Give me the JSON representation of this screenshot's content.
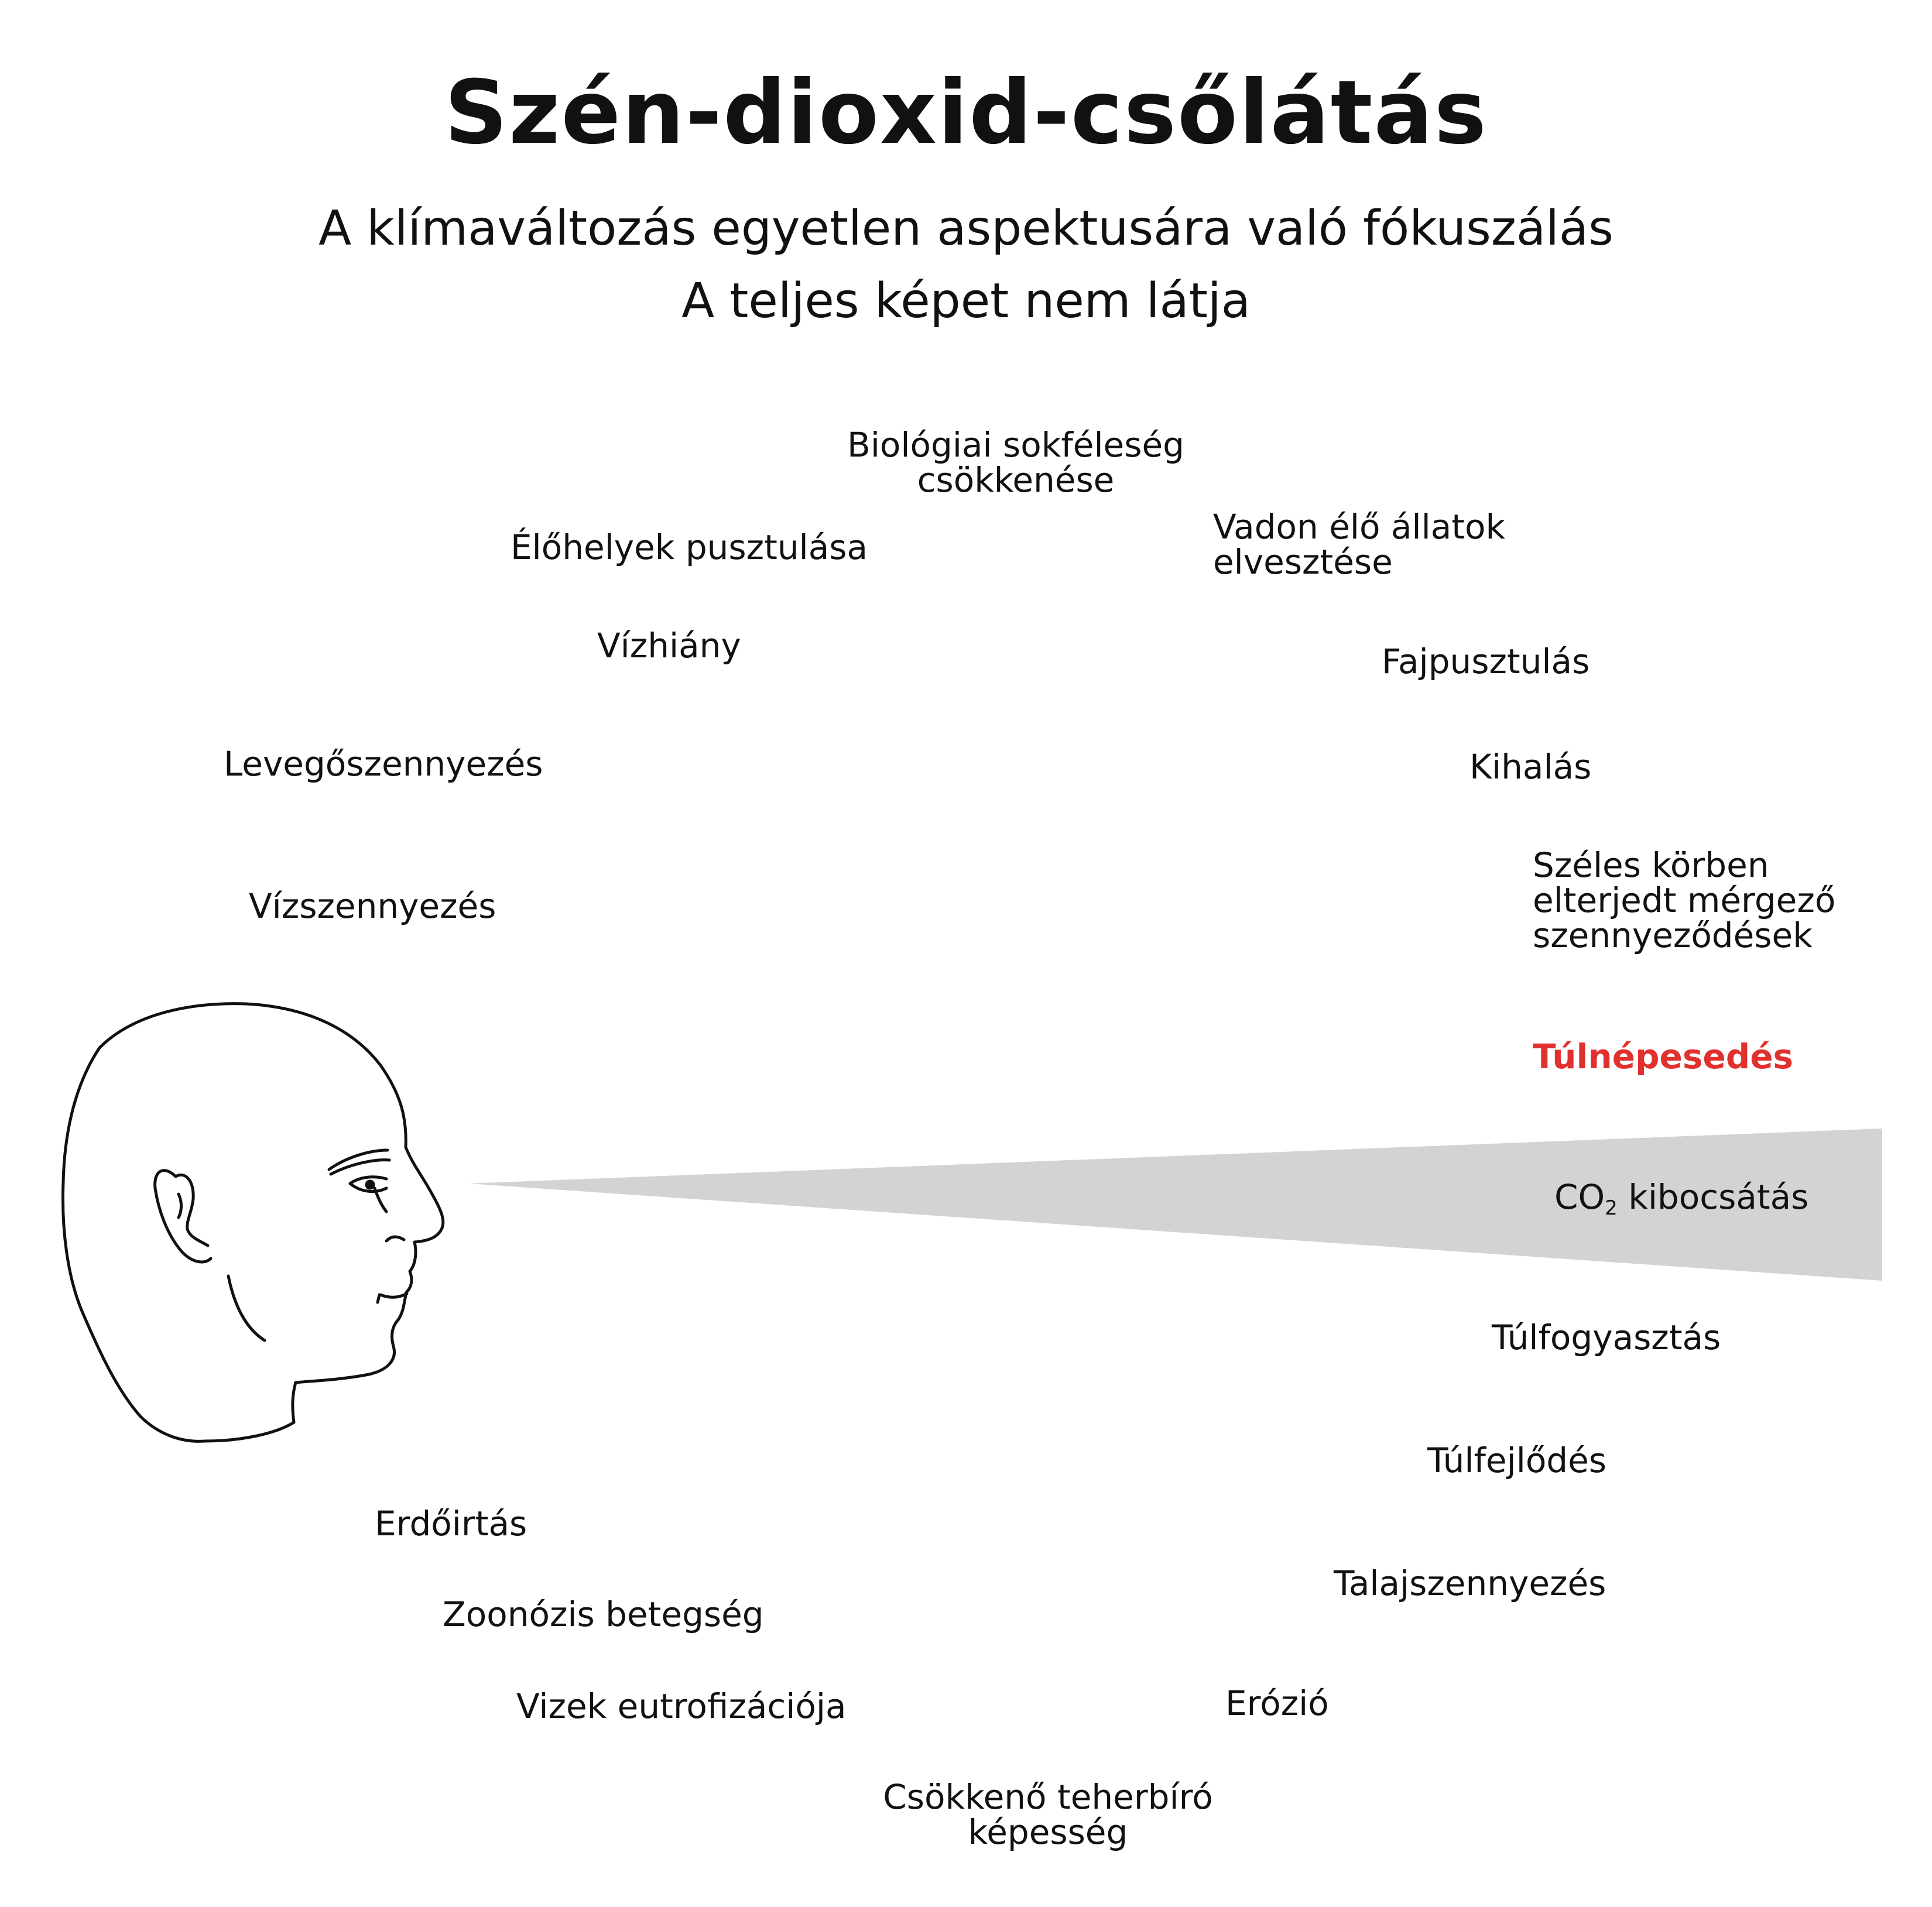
{
  "title": "Szén-dioxid-csőlátás",
  "subtitle_lines": [
    "A klímaváltozás egyetlen aspektusára való fókuszálás",
    "A teljes képet nem látja"
  ],
  "labels": {
    "biologiai_1": "Biológiai sokféleség",
    "biologiai_2": "csökkenése",
    "elohelyek": "Élőhelyek pusztulása",
    "vadon_1": "Vadon élő állatok",
    "vadon_2": "elvesztése",
    "vizhiany": "Vízhiány",
    "fajpusztulas": "Fajpusztulás",
    "levego": "Levegőszennyezés",
    "kihalas": "Kihalás",
    "szeles_1": "Széles körben",
    "szeles_2": "elterjedt mérgező",
    "szeles_3": "szennyeződések",
    "vizszennyezes": "Vízszennyezés",
    "tulnepesedes": "Túlnépesedés",
    "co2_prefix": "CO",
    "co2_sub": "2",
    "co2_suffix": " kibocsátás",
    "tulfogyasztas": "Túlfogyasztás",
    "tulfejlodes": "Túlfejlődés",
    "erdoirtas": "Erdőirtás",
    "talaj": "Talajszennyezés",
    "zoonozis": "Zoonózis betegség",
    "erozio": "Erózió",
    "eutrofizacio": "Vizek eutrofizációja",
    "csokkeno_1": "Csökkenő teherbíró",
    "csokkeno_2": "képesség"
  },
  "colors": {
    "text": "#111111",
    "highlight": "#e0312e",
    "tunnel": "#d2d3d5",
    "line": "#111111"
  },
  "icons": {
    "head": "head-profile-icon"
  }
}
